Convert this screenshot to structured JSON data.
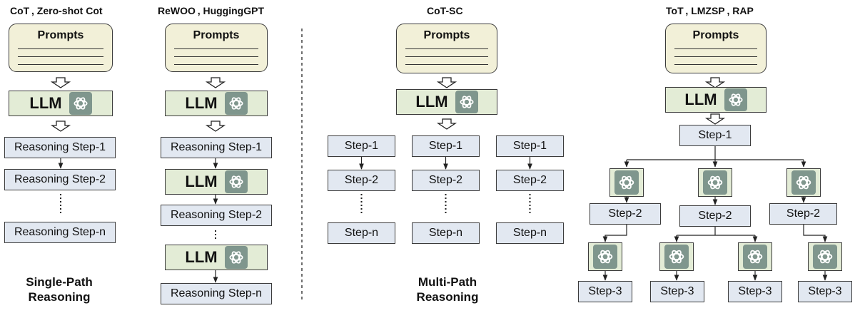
{
  "section_titles": {
    "cot": "CoT , Zero-shot Cot",
    "rewoo": "ReWOO , HuggingGPT",
    "cotsc": "CoT-SC",
    "tot": "ToT , LMZSP , RAP"
  },
  "captions": {
    "single": [
      "Single-Path",
      "Reasoning"
    ],
    "multi": [
      "Multi-Path",
      "Reasoning"
    ]
  },
  "labels": {
    "prompts": "Prompts",
    "llm": "LLM",
    "reasoning_step_1": "Reasoning Step-1",
    "reasoning_step_2": "Reasoning Step-2",
    "reasoning_step_n": "Reasoning Step-n",
    "step_1": "Step-1",
    "step_2": "Step-2",
    "step_3": "Step-3",
    "step_n": "Step-n"
  },
  "icons": [
    "llm-logo-icon",
    "hollow-down-arrow-icon",
    "arrow-down-icon",
    "ellipsis-dots-icon"
  ],
  "colors": {
    "prompt_fill": "#f2f0d8",
    "llm_fill": "#e3ecd6",
    "step_fill": "#e2e8f1",
    "logo_tile": "#7f968d",
    "stroke": "#3b3b3b"
  }
}
